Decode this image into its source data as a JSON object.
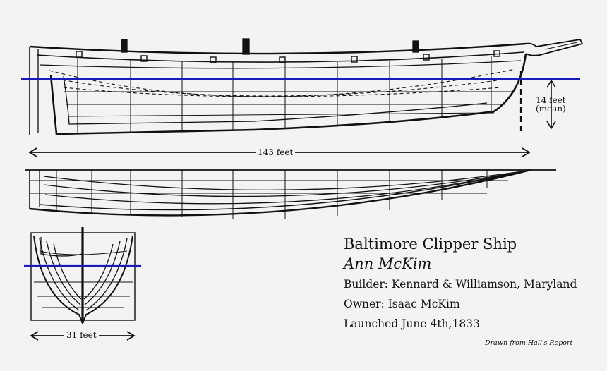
{
  "title": "Baltimore Clipper Ship",
  "ship_name": "Ann McKim",
  "builder": "Builder: Kennard & Williamson, Maryland",
  "owner": "Owner: Isaac McKim",
  "launched": "Launched June 4th,1833",
  "credit": "Drawn from Hall's Report",
  "dimensions": {
    "length": "143 feet",
    "draft_line1": "14 feet",
    "draft_line2": "(mean)",
    "beam": "31 feet"
  },
  "colors": {
    "background": "#f3f3f3",
    "ink": "#111111",
    "waterline": "#1a1ab8"
  }
}
